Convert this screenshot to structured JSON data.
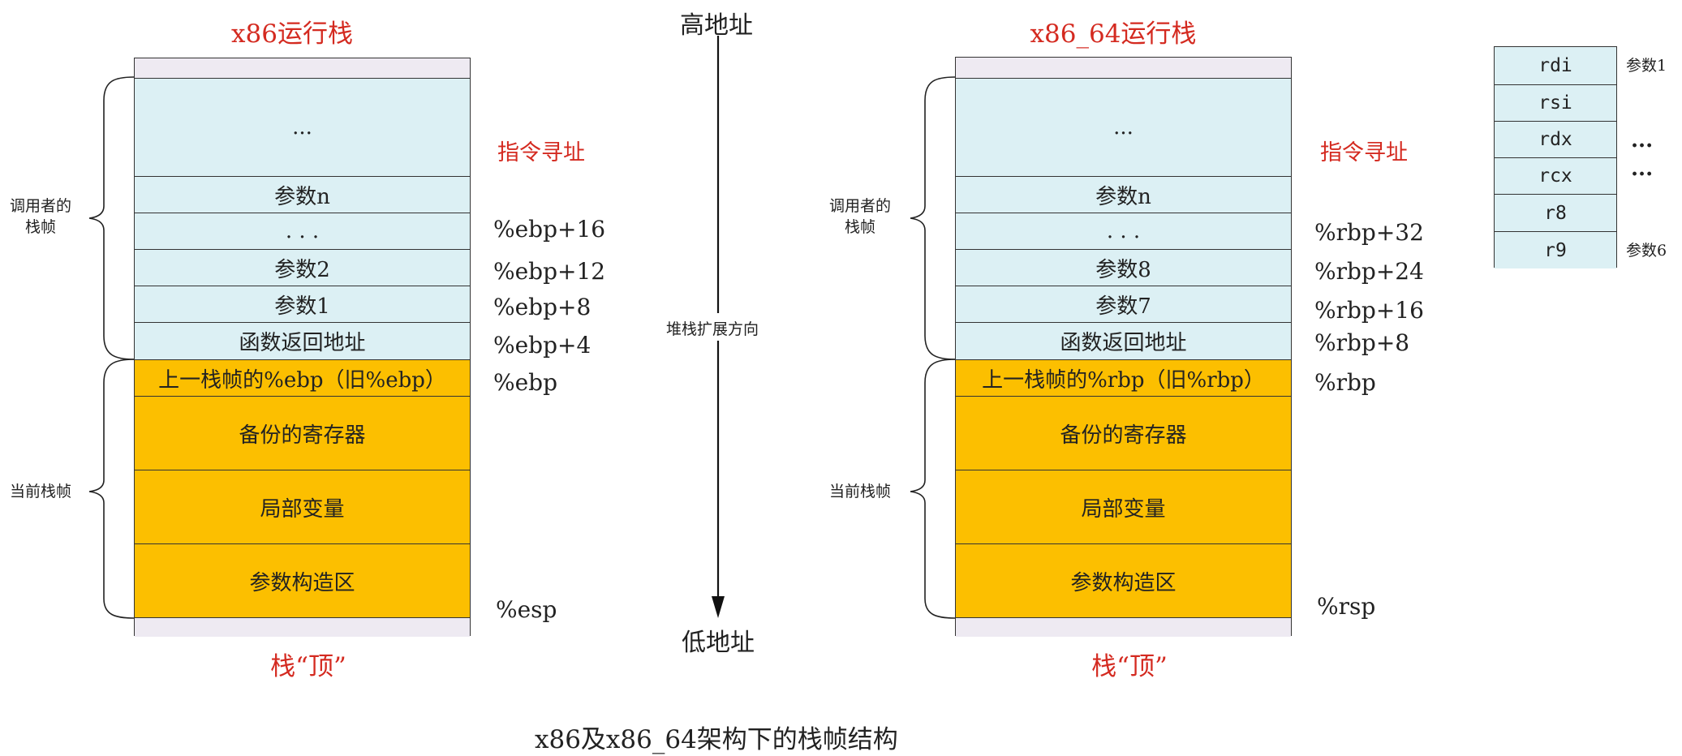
{
  "top_label": "高地址",
  "bottom_label": "低地址",
  "direction_label": "堆栈扩展方向",
  "caption": "x86及x86_64架构下的栈帧结构",
  "left": {
    "title": "x86运行栈",
    "bottom_title": "栈“顶”",
    "addr_mode": "指令寻址",
    "caller_label": [
      "调用者的",
      "栈帧"
    ],
    "current_label": "当前栈帧",
    "cells": [
      "...",
      "参数n",
      ". . .",
      "参数2",
      "参数1",
      "函数返回地址",
      "上一栈帧的%ebp（旧%ebp）",
      "备份的寄存器",
      "局部变量",
      "参数构造区"
    ],
    "addrs": [
      "%ebp+16",
      "%ebp+12",
      "%ebp+8",
      "%ebp+4",
      "%ebp",
      "%esp"
    ]
  },
  "right": {
    "title": "x86_64运行栈",
    "bottom_title": "栈“顶”",
    "addr_mode": "指令寻址",
    "caller_label": [
      "调用者的",
      "栈帧"
    ],
    "current_label": "当前栈帧",
    "cells": [
      "...",
      "参数n",
      ". . .",
      "参数8",
      "参数7",
      "函数返回地址",
      "上一栈帧的%rbp（旧%rbp）",
      "备份的寄存器",
      "局部变量",
      "参数构造区"
    ],
    "addrs": [
      "%rbp+32",
      "%rbp+24",
      "%rbp+16",
      "%rbp+8",
      "%rbp",
      "%rsp"
    ]
  },
  "registers": {
    "names": [
      "rdi",
      "rsi",
      "rdx",
      "rcx",
      "r8",
      "r9"
    ],
    "first_label": "参数1",
    "last_label": "参数6",
    "dots": [
      "...",
      "..."
    ]
  }
}
